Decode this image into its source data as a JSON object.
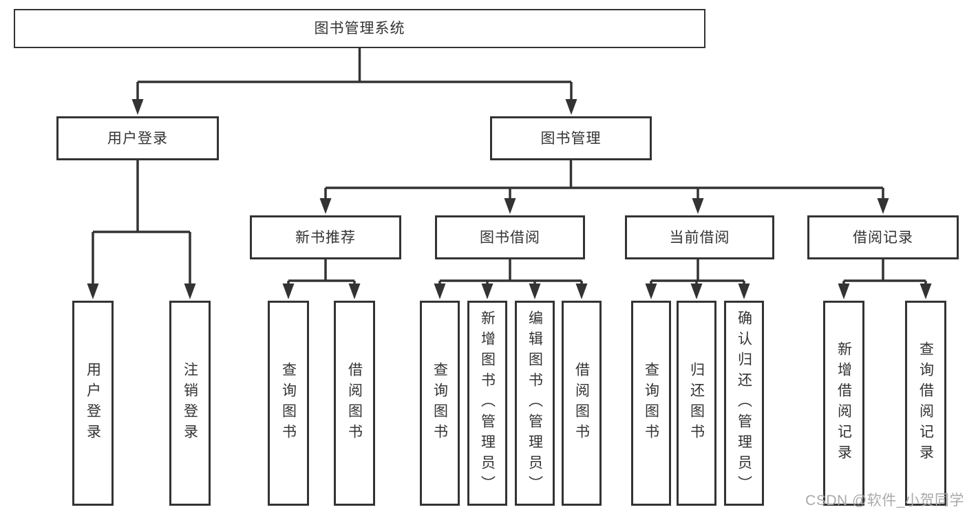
{
  "diagram_title": "图书管理系统",
  "nodes": {
    "root": {
      "label": "图书管理系统"
    },
    "user-login": {
      "label": "用户登录"
    },
    "book-mgmt": {
      "label": "图书管理"
    },
    "new-book-rec": {
      "label": "新书推荐"
    },
    "book-borrow": {
      "label": "图书借阅"
    },
    "current-borrow": {
      "label": "当前借阅"
    },
    "borrow-record": {
      "label": "借阅记录"
    },
    "leaf-user-login": {
      "label": "用户登录"
    },
    "leaf-logout": {
      "label": "注销登录"
    },
    "leaf-query-book-1": {
      "label": "查询图书"
    },
    "leaf-borrow-book-1": {
      "label": "借阅图书"
    },
    "leaf-query-book-2": {
      "label": "查询图书"
    },
    "leaf-add-book": {
      "label": "新增图书（管理员）"
    },
    "leaf-edit-book": {
      "label": "编辑图书（管理员）"
    },
    "leaf-borrow-book-2": {
      "label": "借阅图书"
    },
    "leaf-query-book-3": {
      "label": "查询图书"
    },
    "leaf-return-book": {
      "label": "归还图书"
    },
    "leaf-confirm-return": {
      "label": "确认归还（管理员）"
    },
    "leaf-add-record": {
      "label": "新增借阅记录"
    },
    "leaf-query-record": {
      "label": "查询借阅记录"
    }
  },
  "edges": [
    {
      "from": "root",
      "to": "user-login"
    },
    {
      "from": "root",
      "to": "book-mgmt"
    },
    {
      "from": "user-login",
      "to": "leaf-user-login"
    },
    {
      "from": "user-login",
      "to": "leaf-logout"
    },
    {
      "from": "book-mgmt",
      "to": "new-book-rec"
    },
    {
      "from": "book-mgmt",
      "to": "book-borrow"
    },
    {
      "from": "book-mgmt",
      "to": "current-borrow"
    },
    {
      "from": "book-mgmt",
      "to": "borrow-record"
    },
    {
      "from": "new-book-rec",
      "to": "leaf-query-book-1"
    },
    {
      "from": "new-book-rec",
      "to": "leaf-borrow-book-1"
    },
    {
      "from": "book-borrow",
      "to": "leaf-query-book-2"
    },
    {
      "from": "book-borrow",
      "to": "leaf-add-book"
    },
    {
      "from": "book-borrow",
      "to": "leaf-edit-book"
    },
    {
      "from": "book-borrow",
      "to": "leaf-borrow-book-2"
    },
    {
      "from": "current-borrow",
      "to": "leaf-query-book-3"
    },
    {
      "from": "current-borrow",
      "to": "leaf-return-book"
    },
    {
      "from": "current-borrow",
      "to": "leaf-confirm-return"
    },
    {
      "from": "borrow-record",
      "to": "leaf-add-record"
    },
    {
      "from": "borrow-record",
      "to": "leaf-query-record"
    }
  ],
  "watermark": "CSDN @软件_小贺同学",
  "colors": {
    "line": "#333333",
    "text": "#333333",
    "watermark": "#a9a9a9",
    "background": "#ffffff"
  }
}
